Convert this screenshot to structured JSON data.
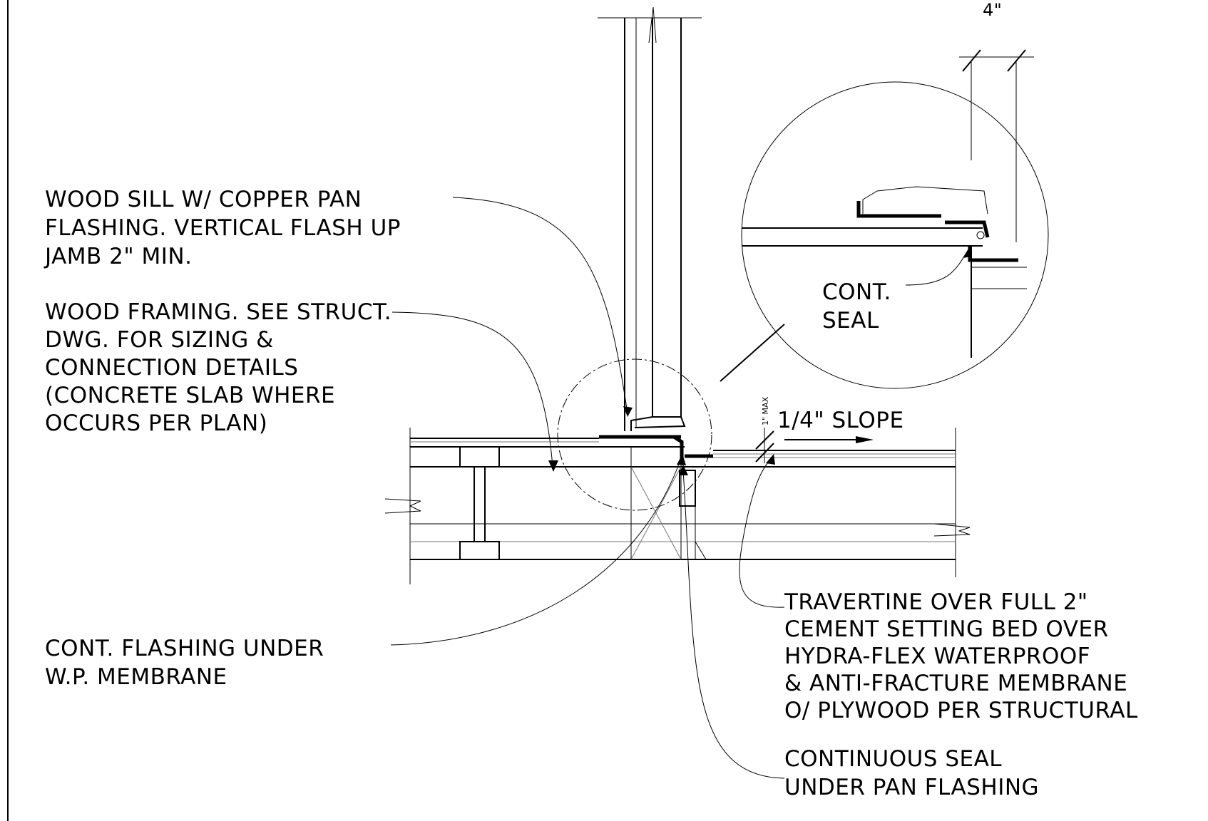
{
  "notes": {
    "sill": [
      "WOOD SILL W/ COPPER PAN",
      "FLASHING. VERTICAL FLASH UP",
      "JAMB 2\" MIN."
    ],
    "framing": [
      "WOOD FRAMING. SEE STRUCT.",
      "DWG. FOR SIZING &",
      "CONNECTION DETAILS",
      "(CONCRETE SLAB WHERE",
      "OCCURS PER PLAN)"
    ],
    "cont_flashing": [
      "CONT. FLASHING UNDER",
      "W.P. MEMBRANE"
    ],
    "travertine": [
      "TRAVERTINE OVER FULL 2\"",
      "CEMENT SETTING BED OVER",
      "HYDRA-FLEX WATERPROOF",
      "& ANTI-FRACTURE MEMBRANE",
      "O/ PLYWOOD PER STRUCTURAL"
    ],
    "cont_seal_under": [
      "CONTINUOUS SEAL",
      "UNDER PAN FLASHING"
    ],
    "cont_seal_detail": [
      "CONT.",
      "SEAL"
    ]
  },
  "dimensions": {
    "slope": "1/4\" SLOPE",
    "max": "1\" MAX",
    "four_inch": "4\""
  }
}
